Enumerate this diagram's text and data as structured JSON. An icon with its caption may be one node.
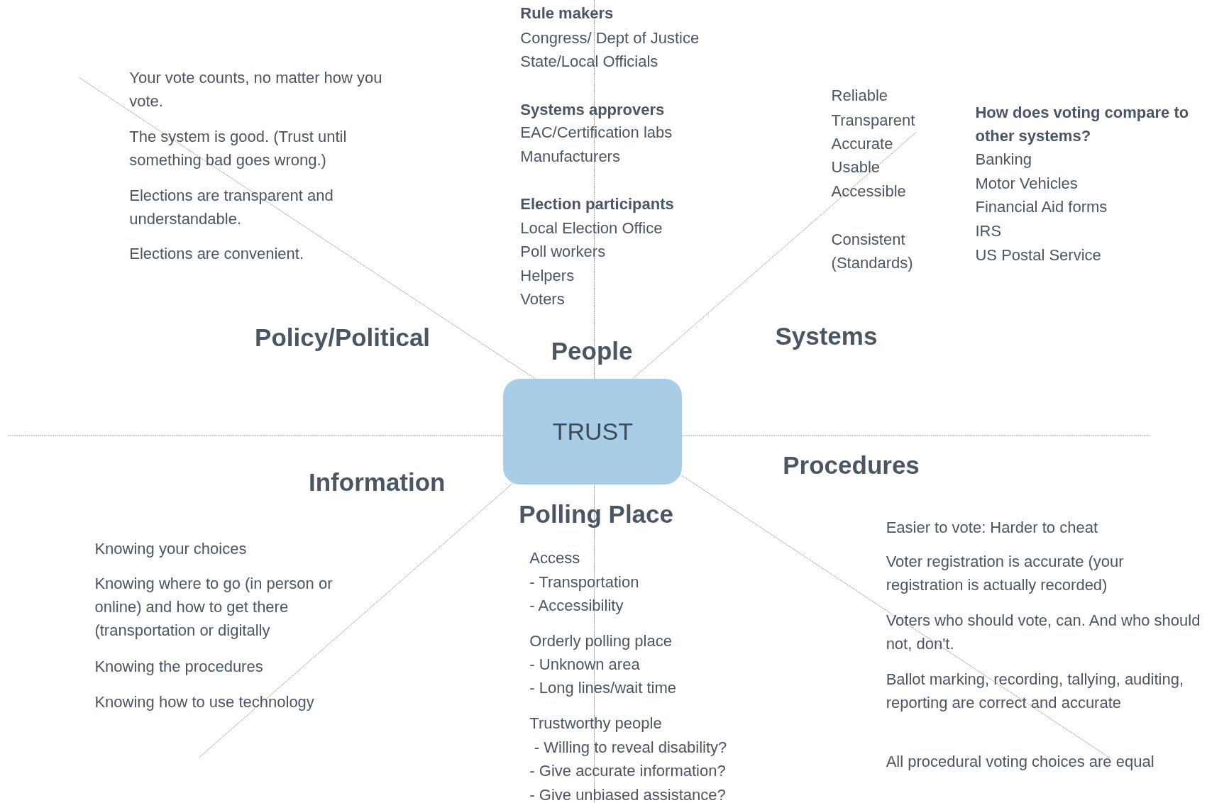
{
  "diagram": {
    "nodes": [
      {
        "text": [
          "TRUST"
        ]
      }
    ],
    "labels": [
      "Policy/Political",
      "Your vote counts, no matter how you vote.",
      "The system is good. (Trust until something bad goes wrong.)",
      "Elections are transparent and understandable.",
      "Elections are convenient.",
      "People",
      "Rule makers",
      "Congress/ Dept of Justice",
      "State/Local Officials",
      "Systems approvers",
      "EAC/Certification labs",
      "Manufacturers",
      "Election participants",
      "Local Election Office",
      "Poll workers",
      "Helpers",
      "Voters",
      "Systems",
      "Reliable",
      "Transparent",
      "Accurate",
      "Usable",
      "Accessible",
      "Consistent (Standards)",
      "How does voting compare to other systems?",
      "Banking",
      "Motor Vehicles",
      "Financial Aid forms",
      "IRS",
      "US Postal Service",
      "Procedures",
      "Easier to vote: Harder to cheat",
      "Voter registration is accurate (your registration is actually recorded)",
      "Voters who should vote, can. And who should not, don't.",
      "Ballot marking, recording, tallying, auditing, reporting are correct and accurate",
      "All procedural voting choices are equal",
      "Polling Place",
      "Access",
      "- Transportation",
      "- Accessibility",
      "Orderly polling place",
      "- Unknown area",
      "- Long lines/wait time",
      "Trustworthy people",
      "- Willing to reveal disability?",
      "- Give accurate information?",
      "- Give unbiased assistance?",
      "Information",
      "Knowing your choices",
      "Knowing where to go (in person or online) and how to get there (transportation or digitally",
      "Knowing the procedures",
      "Knowing how to use technology"
    ]
  }
}
